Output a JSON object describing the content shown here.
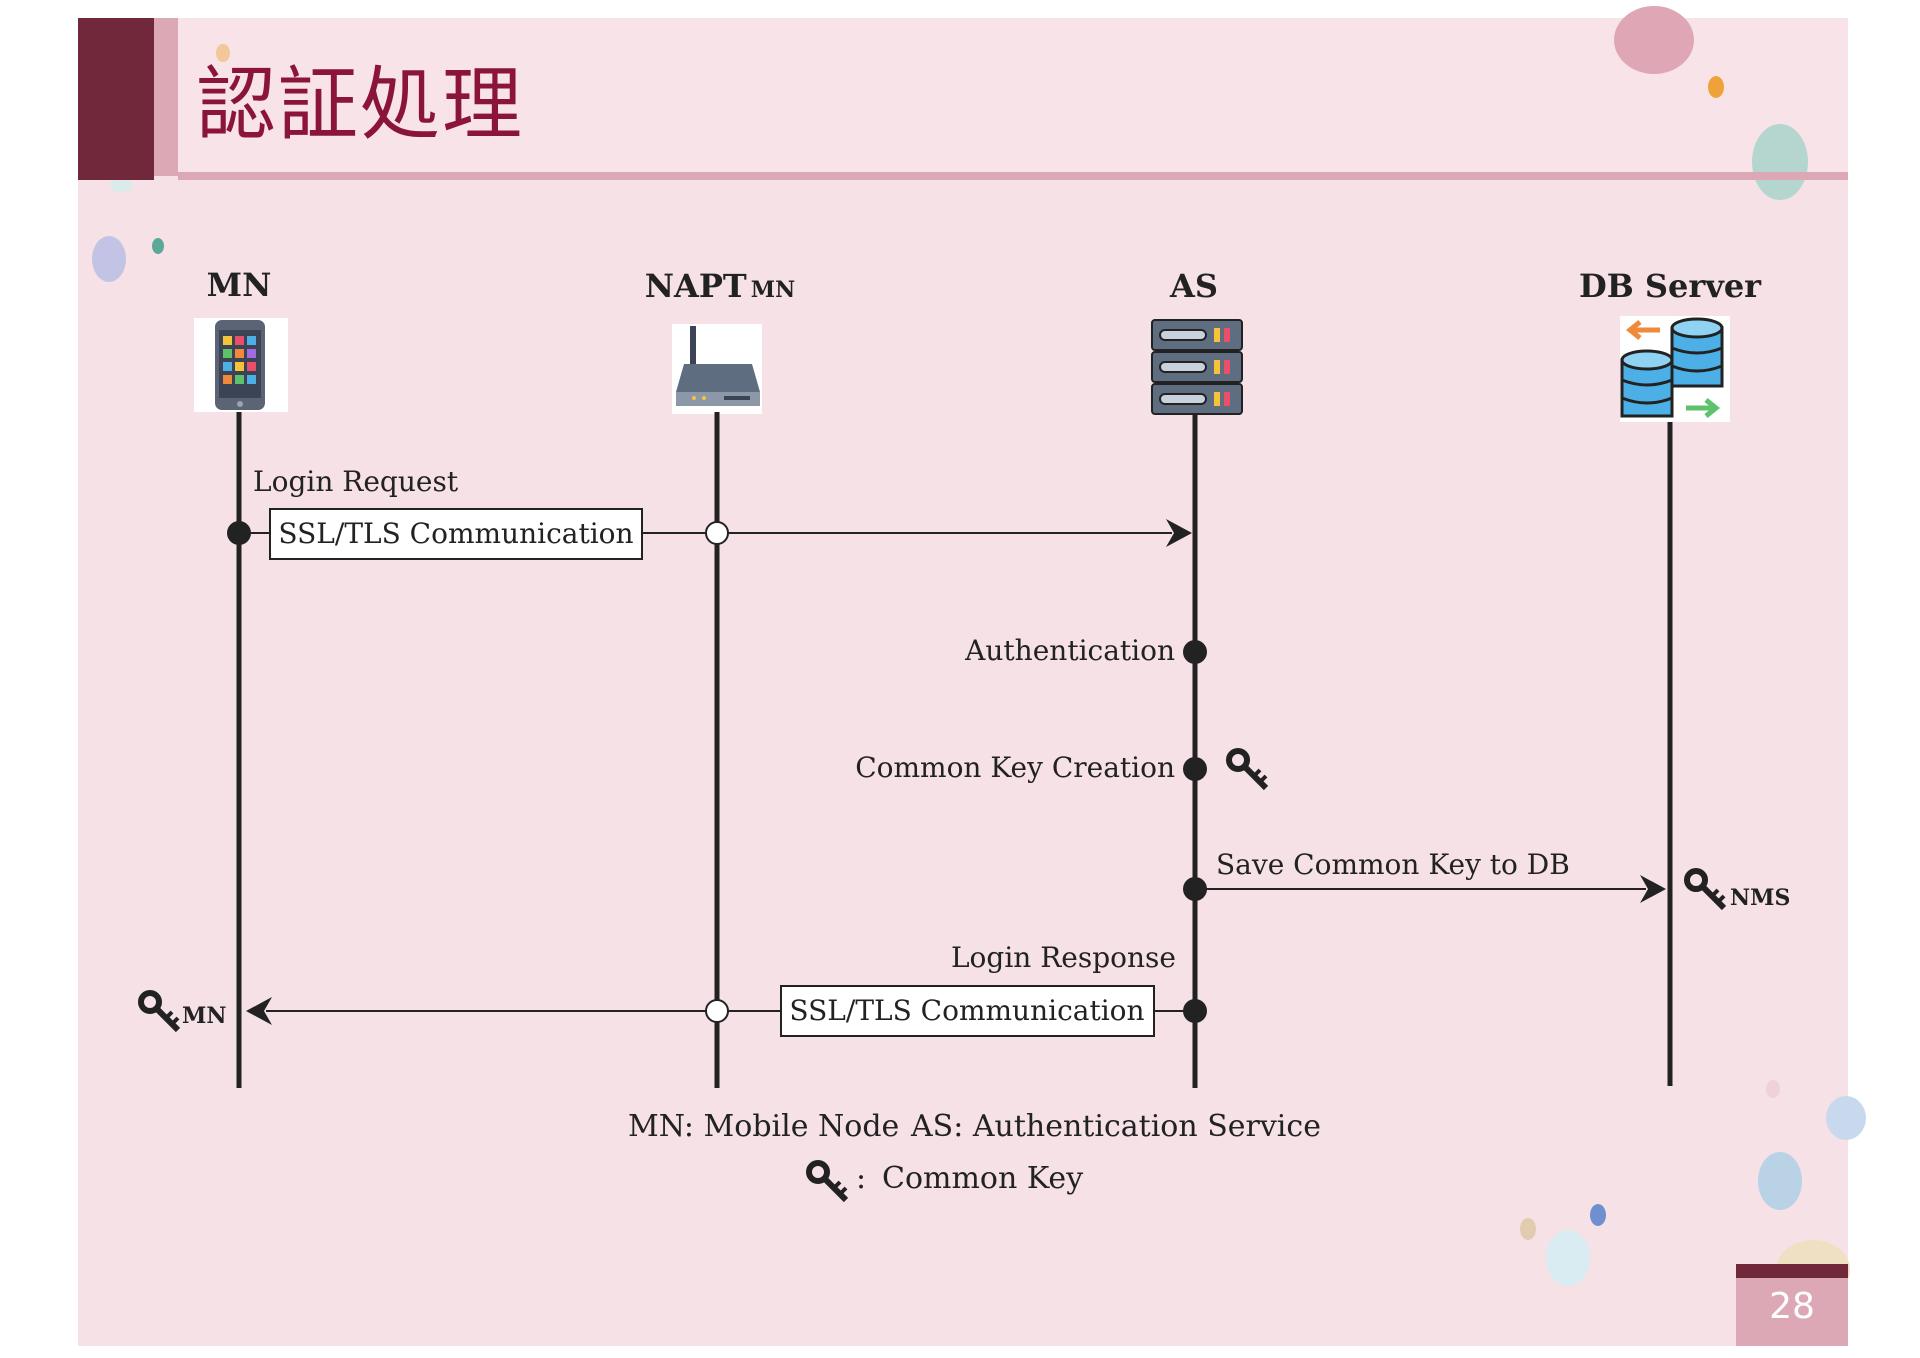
{
  "slide": {
    "title": "認証処理",
    "page_number": "28"
  },
  "colors": {
    "title_text": "#8a1538",
    "header_dark": "#71283b",
    "header_light": "#dca8b6",
    "background": "#f5e1e6",
    "line": "#222222"
  },
  "participants": [
    {
      "label": "MN",
      "subscript": "",
      "icon": "smartphone-icon"
    },
    {
      "label": "NAPT",
      "subscript": "MN",
      "icon": "router-icon"
    },
    {
      "label": "AS",
      "subscript": "",
      "icon": "server-rack-icon"
    },
    {
      "label": "DB Server",
      "subscript": "",
      "icon": "database-icon"
    }
  ],
  "messages": {
    "login_request": "Login Request",
    "ssl_tls_request": "SSL/TLS Communication",
    "authentication": "Authentication",
    "common_key_creation": "Common Key Creation",
    "save_common_key": "Save Common Key to DB",
    "login_response": "Login Response",
    "ssl_tls_response": "SSL/TLS Communication"
  },
  "key_labels": {
    "nms": "NMS",
    "mn": "MN"
  },
  "legend": {
    "line1_mn": "MN: Mobile Node",
    "line1_as": "AS: Authentication Service",
    "separator": ":",
    "key": "Common Key"
  }
}
